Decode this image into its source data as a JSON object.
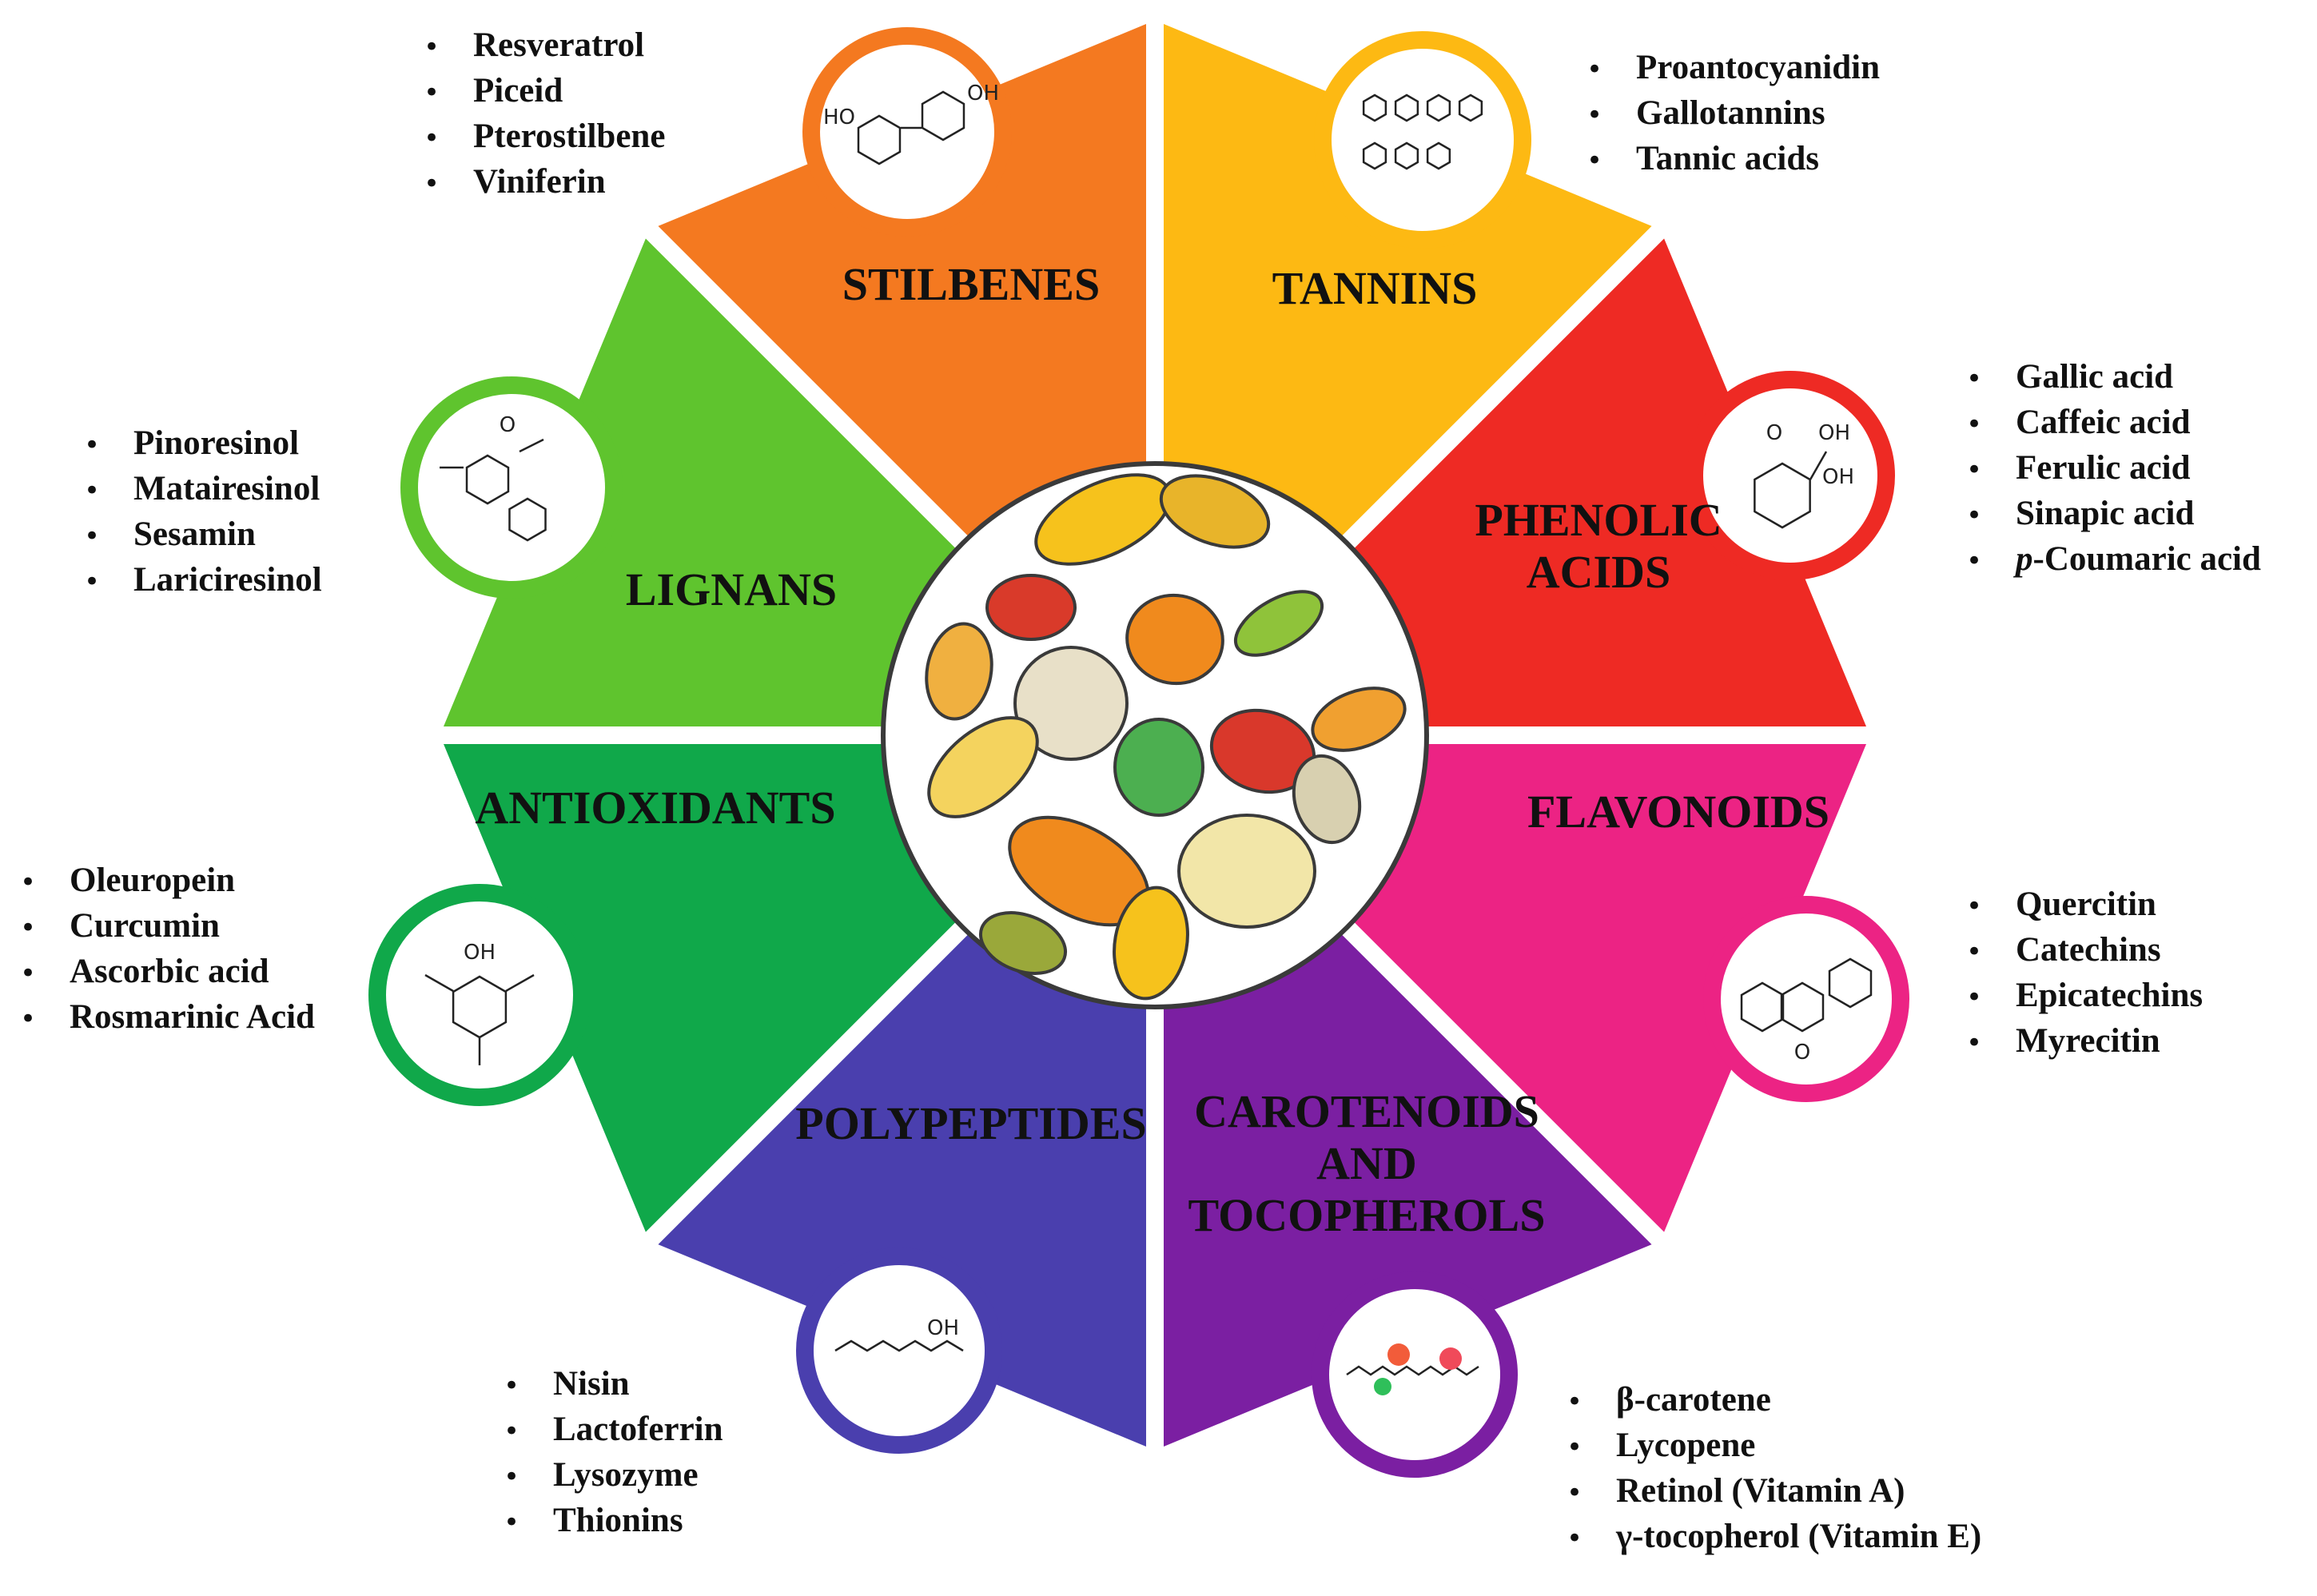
{
  "segments": [
    {
      "id": "stilbenes",
      "label": "STILBENES",
      "color": "#f47920",
      "items": [
        "Resveratrol",
        "Piceid",
        "Pterostilbene",
        "Viniferin"
      ]
    },
    {
      "id": "tannins",
      "label": "TANNINS",
      "color": "#fdb913",
      "items": [
        "Proantocyanidin",
        "Gallotannins",
        "Tannic acids"
      ]
    },
    {
      "id": "phenolic-acids",
      "label": "PHENOLIC|ACIDS",
      "color": "#ee2a24",
      "items": [
        "Gallic acid",
        "Caffeic acid",
        "Ferulic acid",
        "Sinapic acid",
        "p-Coumaric acid"
      ]
    },
    {
      "id": "flavonoids",
      "label": "FLAVONOIDS",
      "color": "#ec2384",
      "items": [
        "Quercitin",
        "Catechins",
        "Epicatechins",
        "Myrecitin"
      ]
    },
    {
      "id": "carotenoids",
      "label": "CAROTENOIDS|AND|TOCOPHEROLS",
      "color": "#7b1fa2",
      "items": [
        "β-carotene",
        "Lycopene",
        "Retinol (Vitamin A)",
        "γ-tocopherol (Vitamin E)"
      ]
    },
    {
      "id": "polypeptides",
      "label": "POLYPEPTIDES",
      "color": "#4a3fae",
      "items": [
        "Nisin",
        "Lactoferrin",
        "Lysozyme",
        "Thionins"
      ]
    },
    {
      "id": "antioxidants",
      "label": "ANTIOXIDANTS",
      "color": "#10a84a",
      "items": [
        "Oleuropein",
        "Curcumin",
        "Ascorbic acid",
        "Rosmarinic Acid"
      ]
    },
    {
      "id": "lignans",
      "label": "LIGNANS",
      "color": "#5fc42e",
      "items": [
        "Pinoresinol",
        "Matairesinol",
        "Sesamin",
        "Lariciresinol"
      ]
    }
  ],
  "molecule_labels": {
    "oh": "OH",
    "o": "O",
    "ho": "HO"
  }
}
